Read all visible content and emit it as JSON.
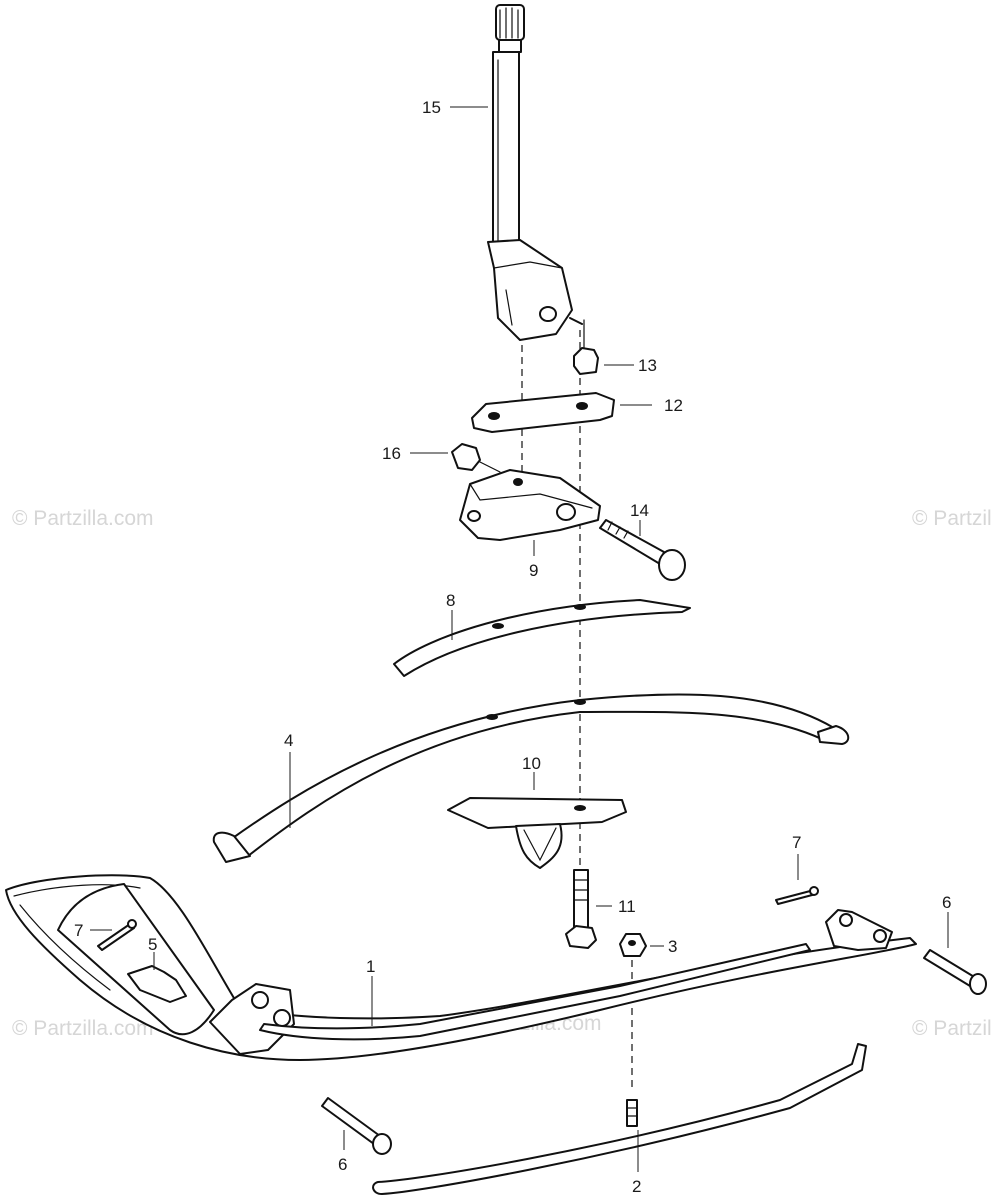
{
  "watermark": "© Partzilla.com",
  "watermark_center": "© Partzilla.com",
  "callouts": {
    "p1": "1",
    "p2": "2",
    "p3": "3",
    "p4": "4",
    "p5": "5",
    "p6a": "6",
    "p6b": "6",
    "p7a": "7",
    "p7b": "7",
    "p8": "8",
    "p9": "9",
    "p10": "10",
    "p11": "11",
    "p12": "12",
    "p13": "13",
    "p14": "14",
    "p15": "15",
    "p16": "16"
  }
}
